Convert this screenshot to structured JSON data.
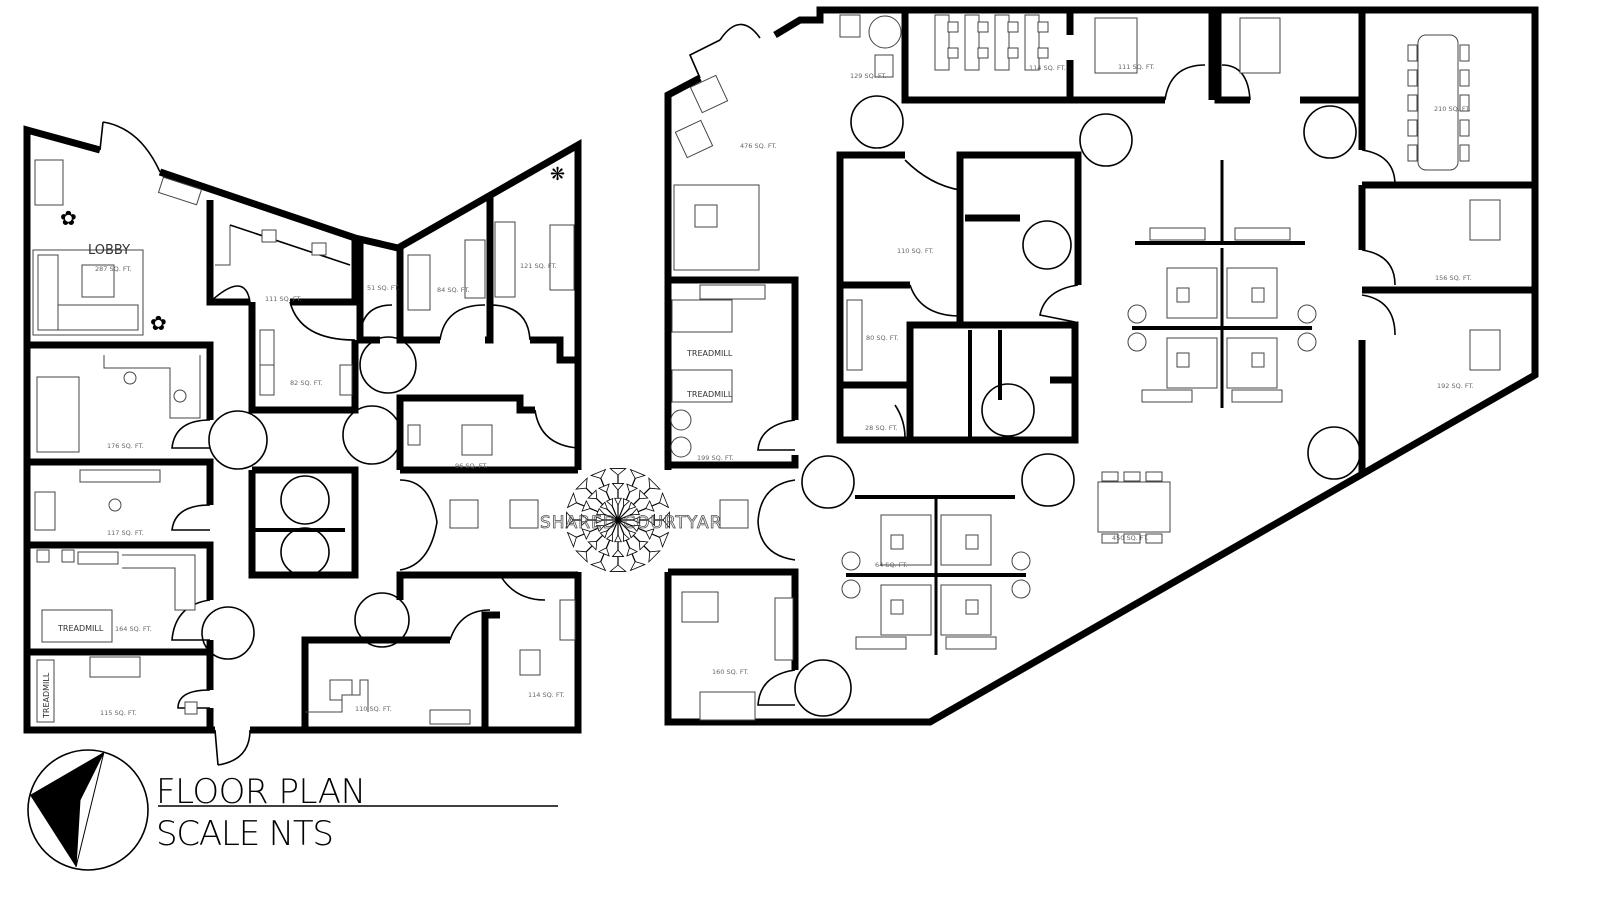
{
  "title_block": {
    "title": "FLOOR PLAN",
    "scale": "SCALE NTS"
  },
  "courtyard": "SHARED COURTYARD",
  "left_building": {
    "lobby": {
      "name": "LOBBY",
      "area": "287 SQ. FT."
    },
    "rooms": [
      {
        "area": "111 SQ. FT."
      },
      {
        "area": "51 SQ. FT."
      },
      {
        "area": "84 SQ. FT."
      },
      {
        "area": "121 SQ. FT."
      },
      {
        "area": "82 SQ. FT."
      },
      {
        "area": "176 SQ. FT."
      },
      {
        "area": "96 SQ. FT."
      },
      {
        "area": "117 SQ. FT."
      },
      {
        "area": "164 SQ. FT.",
        "equipment": "TREADMILL"
      },
      {
        "area": "115 SQ. FT.",
        "equipment": "TREADMILL"
      },
      {
        "area": "110 SQ. FT."
      },
      {
        "area": "114 SQ. FT."
      }
    ]
  },
  "right_building": {
    "rooms": [
      {
        "area": "476 SQ. FT."
      },
      {
        "area": "129 SQ. FT."
      },
      {
        "area": "111 SQ. FT."
      },
      {
        "area": "114 SQ. FT."
      },
      {
        "area": "210 SQ. FT."
      },
      {
        "area": "110 SQ. FT."
      },
      {
        "area": "156 SQ. FT."
      },
      {
        "area": "80 SQ. FT."
      },
      {
        "area": "28 SQ. FT."
      },
      {
        "area": "199 SQ. FT.",
        "equipment": [
          "TREADMILL",
          "TREADMILL"
        ]
      },
      {
        "area": "192 SQ. FT."
      },
      {
        "area": "450 SQ. FT."
      },
      {
        "area": "64 SQ. FT."
      },
      {
        "area": "160 SQ. FT."
      }
    ]
  },
  "north_arrow_icon": "north-arrow-icon"
}
